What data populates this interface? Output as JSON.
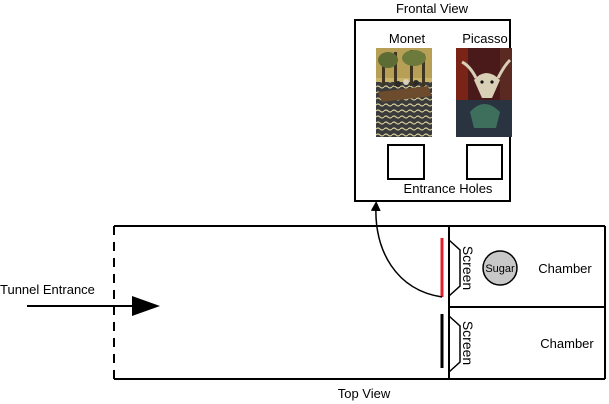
{
  "frontal_view": {
    "title": "Frontal View",
    "painting_left": "Monet",
    "painting_right": "Picasso",
    "holes_label": "Entrance Holes"
  },
  "top_view": {
    "title": "Top View",
    "tunnel_label": "Tunnel Entrance",
    "screen_upper": "Screen",
    "screen_lower": "Screen",
    "sugar": "Sugar",
    "chamber_upper": "Chamber",
    "chamber_lower": "Chamber"
  },
  "colors": {
    "screen_highlight": "#e0202a",
    "sugar_fill": "#c8c8c8"
  },
  "icons": {
    "tunnel_arrow": "right-arrow-icon",
    "view_link_arrow": "curved-up-arrow-icon"
  }
}
